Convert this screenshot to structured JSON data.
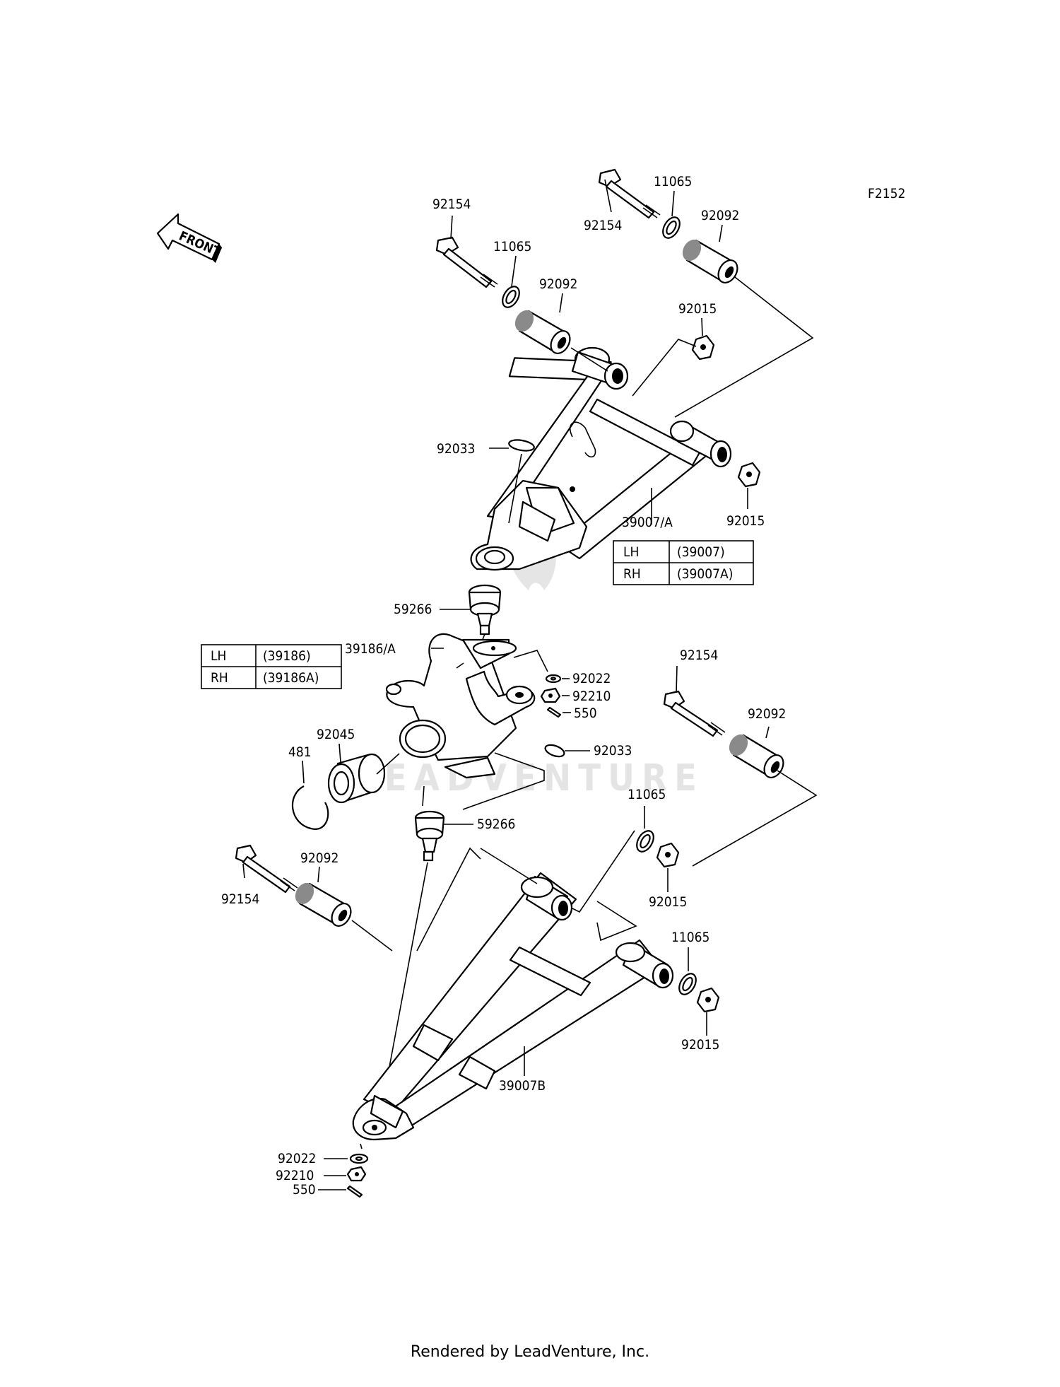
{
  "figure_code": "F2152",
  "front_label": "FRONT",
  "watermark": "LEADVENTURE",
  "footer": "Rendered by LeadVenture, Inc.",
  "callouts": {
    "p1": "92154",
    "p2": "11065",
    "p3": "92092",
    "p4": "92154",
    "p5": "11065",
    "p6": "92092",
    "p7": "92015",
    "p8": "92033",
    "p9": "39007/A",
    "p10": "92015",
    "p11": "59266",
    "p12": "39186/A",
    "p13": "92022",
    "p14": "92210",
    "p15": "550",
    "p16": "92033",
    "p17": "92045",
    "p18": "481",
    "p19": "92154",
    "p20": "92092",
    "p21": "59266",
    "p22": "11065",
    "p23": "92015",
    "p24": "92092",
    "p25": "92154",
    "p26": "11065",
    "p27": "92015",
    "p28": "39007B",
    "p29": "92022",
    "p30": "92210",
    "p31": "550"
  },
  "table_arm": {
    "rows": [
      {
        "side": "LH",
        "part": "(39007)"
      },
      {
        "side": "RH",
        "part": "(39007A)"
      }
    ]
  },
  "table_knuckle": {
    "rows": [
      {
        "side": "LH",
        "part": "(39186)"
      },
      {
        "side": "RH",
        "part": "(39186A)"
      }
    ]
  }
}
